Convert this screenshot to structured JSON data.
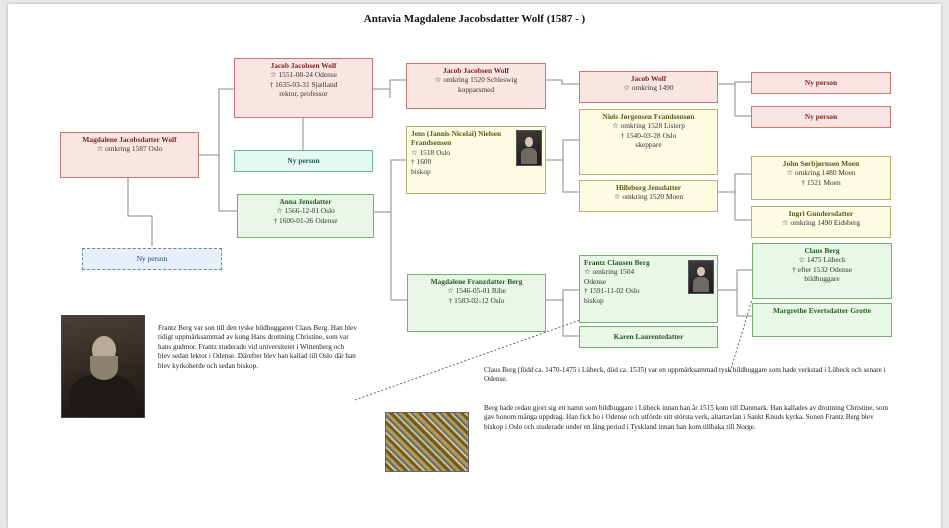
{
  "title": "Antavia Magdalene Jacobsdatter Wolf (1587 - )",
  "persons": {
    "magdalene_jacobsdatter": {
      "name": "Magdalene Jacobsdatter Wolf",
      "l1": "☆ omkring 1587 Oslo"
    },
    "ny_person_main": {
      "name": "Ny person"
    },
    "jacob_jacobsen_wolf_1": {
      "name": "Jacob Jacobsen Wolf",
      "l1": "☆ 1551-08-24 Odense",
      "l2": "† 1635-03-31 Sjælland",
      "l3": "rektor, professor"
    },
    "ny_person_father": {
      "name": "Ny person"
    },
    "anna_jensdatter": {
      "name": "Anna Jensdatter",
      "l1": "☆ 1566-12-01 Oslo",
      "l2": "† 1600-01-26 Odense"
    },
    "jacob_jacobsen_wolf_2": {
      "name": "Jacob Jacobsen Wolf",
      "l1": "☆ omkring 1520 Schleswig",
      "l2": "kopparsmed"
    },
    "jens_nielsen": {
      "name": "Jens (Jannis Nicolai) Nielsen Frandsensen",
      "l1": "☆ 1518 Oslo",
      "l2": "† 1600",
      "l3": "biskop"
    },
    "magdalene_franzdatter": {
      "name": "Magdalene Franzdatter Berg",
      "l1": "☆ 1546-05-01 Ribe",
      "l2": "† 1583-02-12 Oslo"
    },
    "jacob_wolf": {
      "name": "Jacob Wolf",
      "l1": "☆ omkring 1490"
    },
    "niels_jorgensen": {
      "name": "Niels Jørgensen Frandsensøn",
      "l1": "☆ omkring 1528 Listerp",
      "l2": "† 1540-03-28 Oslo",
      "l3": "skeppare"
    },
    "hilleborg_jensdatter": {
      "name": "Hilleborg Jensdatter",
      "l1": "☆ omkring 1520 Moen"
    },
    "frantz_clausen_berg": {
      "name": "Frantz Clausen Berg",
      "l1": "☆ omkring 1504",
      "l2": "Odense",
      "l3": "† 1591-11-02 Oslo",
      "l4": "biskop"
    },
    "karen_laurentsdatter": {
      "name": "Karen Laurentsdatter"
    },
    "ny_person_top1": {
      "name": "Ny person"
    },
    "ny_person_top2": {
      "name": "Ny person"
    },
    "john_sorensen_moen": {
      "name": "John Sørbjørnsen Moen",
      "l1": "☆ omkring 1480 Moen",
      "l2": "† 1521 Moen"
    },
    "ingri_gundersdatter": {
      "name": "Ingri Gundersdatter",
      "l1": "☆ omkring 1490 Eidsberg"
    },
    "claus_berg": {
      "name": "Claus Berg",
      "l1": "☆ 1475 Lübeck",
      "l2": "† efter 1532 Odense",
      "l3": "bildhuggare"
    },
    "margrethe_evertsdatter": {
      "name": "Margrethe Evertsdatter Grotte"
    }
  },
  "notes": {
    "frantz": "Frantz Berg var son till den tyske bildhuggaren Claus Berg. Han blev tidigt uppmärksammad av kung Hans drottning Christine, som var hans gudmor. Frantz studerade vid universitetet i Wittenberg och blev sedan lektor i Odense. Därefter blev han kallad till Oslo där han blev kyrkoherde och sedan biskop.",
    "claus_p1": "Claus Berg (född ca. 1470-1475 i Lübeck, död ca. 1535) var en uppmärksammad tysk bildhuggare som hade verkstad i Lübeck och senare i Odense.",
    "claus_p2": "Berg hade redan gjort sig ett namn som bildhuggare i Lübeck innan han år 1515 kom till Danmark. Han kallades av drottning Christine, som gav honom många uppdrag. Han fick bo i Odense och utförde sitt största verk, altartavlan i Sankt Knuds kyrka. Sonen Frantz Berg blev biskop i Oslo och studerade under en lång period i Tyskland innan han kom tillbaka till Norge."
  }
}
